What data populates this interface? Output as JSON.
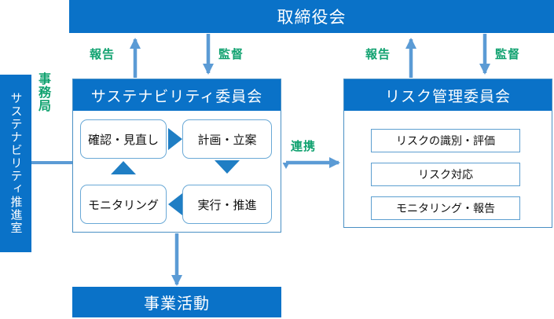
{
  "diagram": {
    "title_top": "取締役会",
    "bottom_box": "事業活動",
    "left_vertical_bar": "サステナビリティ推進室",
    "left_vertical_green_label": "事務局",
    "colors": {
      "primary_blue": "#0a72c8",
      "arrow_blue": "#5b9bd5",
      "triangle_blue": "#1f7ec4",
      "caption_green": "#11a270",
      "panel_border": "#4a90c4",
      "box_border": "#6aa9d6",
      "background": "#ffffff",
      "text_dark": "#101010",
      "text_light": "#ffffff"
    },
    "captions": {
      "report_left": "報告",
      "supervise_left": "監督",
      "report_right": "報告",
      "supervise_right": "監督",
      "link": "連携"
    },
    "sustainability_committee": {
      "header": "サステナビリティ委員会",
      "cycle": [
        {
          "key": "check",
          "label": "確認・見直し"
        },
        {
          "key": "plan",
          "label": "計画・立案"
        },
        {
          "key": "monitor",
          "label": "モニタリング"
        },
        {
          "key": "do",
          "label": "実行・推進"
        }
      ]
    },
    "risk_committee": {
      "header": "リスク管理委員会",
      "steps": [
        {
          "key": "identify",
          "label": "リスクの識別・評価"
        },
        {
          "key": "respond",
          "label": "リスク対応"
        },
        {
          "key": "monitor",
          "label": "モニタリング・報告"
        }
      ]
    }
  }
}
